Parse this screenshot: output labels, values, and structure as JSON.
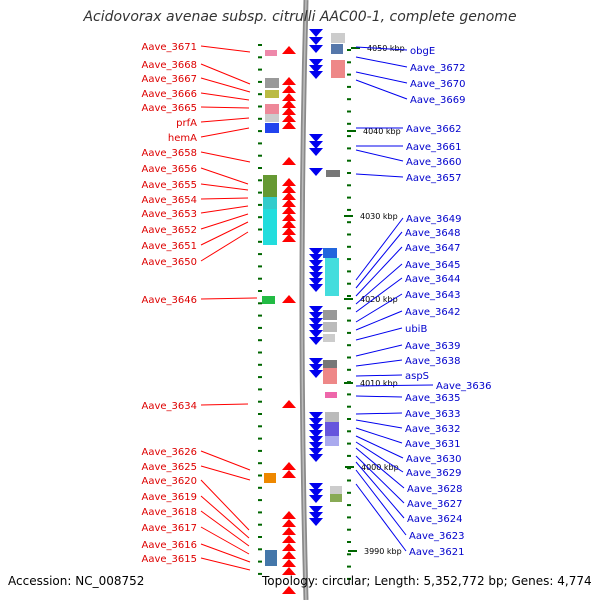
{
  "map": {
    "title": "Acidovorax avenae subsp. citrulli AAC00-1, complete genome",
    "accession": "Accession: NC_008752",
    "topology": "Topology: circular; Length: 5,352,772 bp; Genes: 4,774",
    "colors": {
      "minus_label": "#dd0000",
      "plus_label": "#0000cc",
      "minus_arrow": "#ff0000",
      "plus_arrow": "#0000ee",
      "backbone": "#888888",
      "ticks": "#006600"
    },
    "scale_labels": [
      "4050 kbp",
      "4040 kbp",
      "4030 kbp",
      "4020 kbp",
      "4010 kbp",
      "4000 kbp",
      "3990 kbp"
    ],
    "minus_strand_genes": [
      "Aave_3671",
      "Aave_3668",
      "Aave_3667",
      "Aave_3666",
      "Aave_3665",
      "prfA",
      "hemA",
      "Aave_3658",
      "Aave_3656",
      "Aave_3655",
      "Aave_3654",
      "Aave_3653",
      "Aave_3652",
      "Aave_3651",
      "Aave_3650",
      "Aave_3646",
      "Aave_3634",
      "Aave_3626",
      "Aave_3625",
      "Aave_3620",
      "Aave_3619",
      "Aave_3618",
      "Aave_3617",
      "Aave_3616",
      "Aave_3615"
    ],
    "plus_strand_genes": [
      "obgE",
      "Aave_3672",
      "Aave_3670",
      "Aave_3669",
      "Aave_3662",
      "Aave_3661",
      "Aave_3660",
      "Aave_3657",
      "Aave_3649",
      "Aave_3648",
      "Aave_3647",
      "Aave_3645",
      "Aave_3644",
      "Aave_3643",
      "Aave_3642",
      "ubiB",
      "Aave_3639",
      "Aave_3638",
      "aspS",
      "Aave_3636",
      "Aave_3635",
      "Aave_3633",
      "Aave_3632",
      "Aave_3631",
      "Aave_3630",
      "Aave_3629",
      "Aave_3628",
      "Aave_3627",
      "Aave_3624",
      "Aave_3623",
      "Aave_3621"
    ]
  }
}
